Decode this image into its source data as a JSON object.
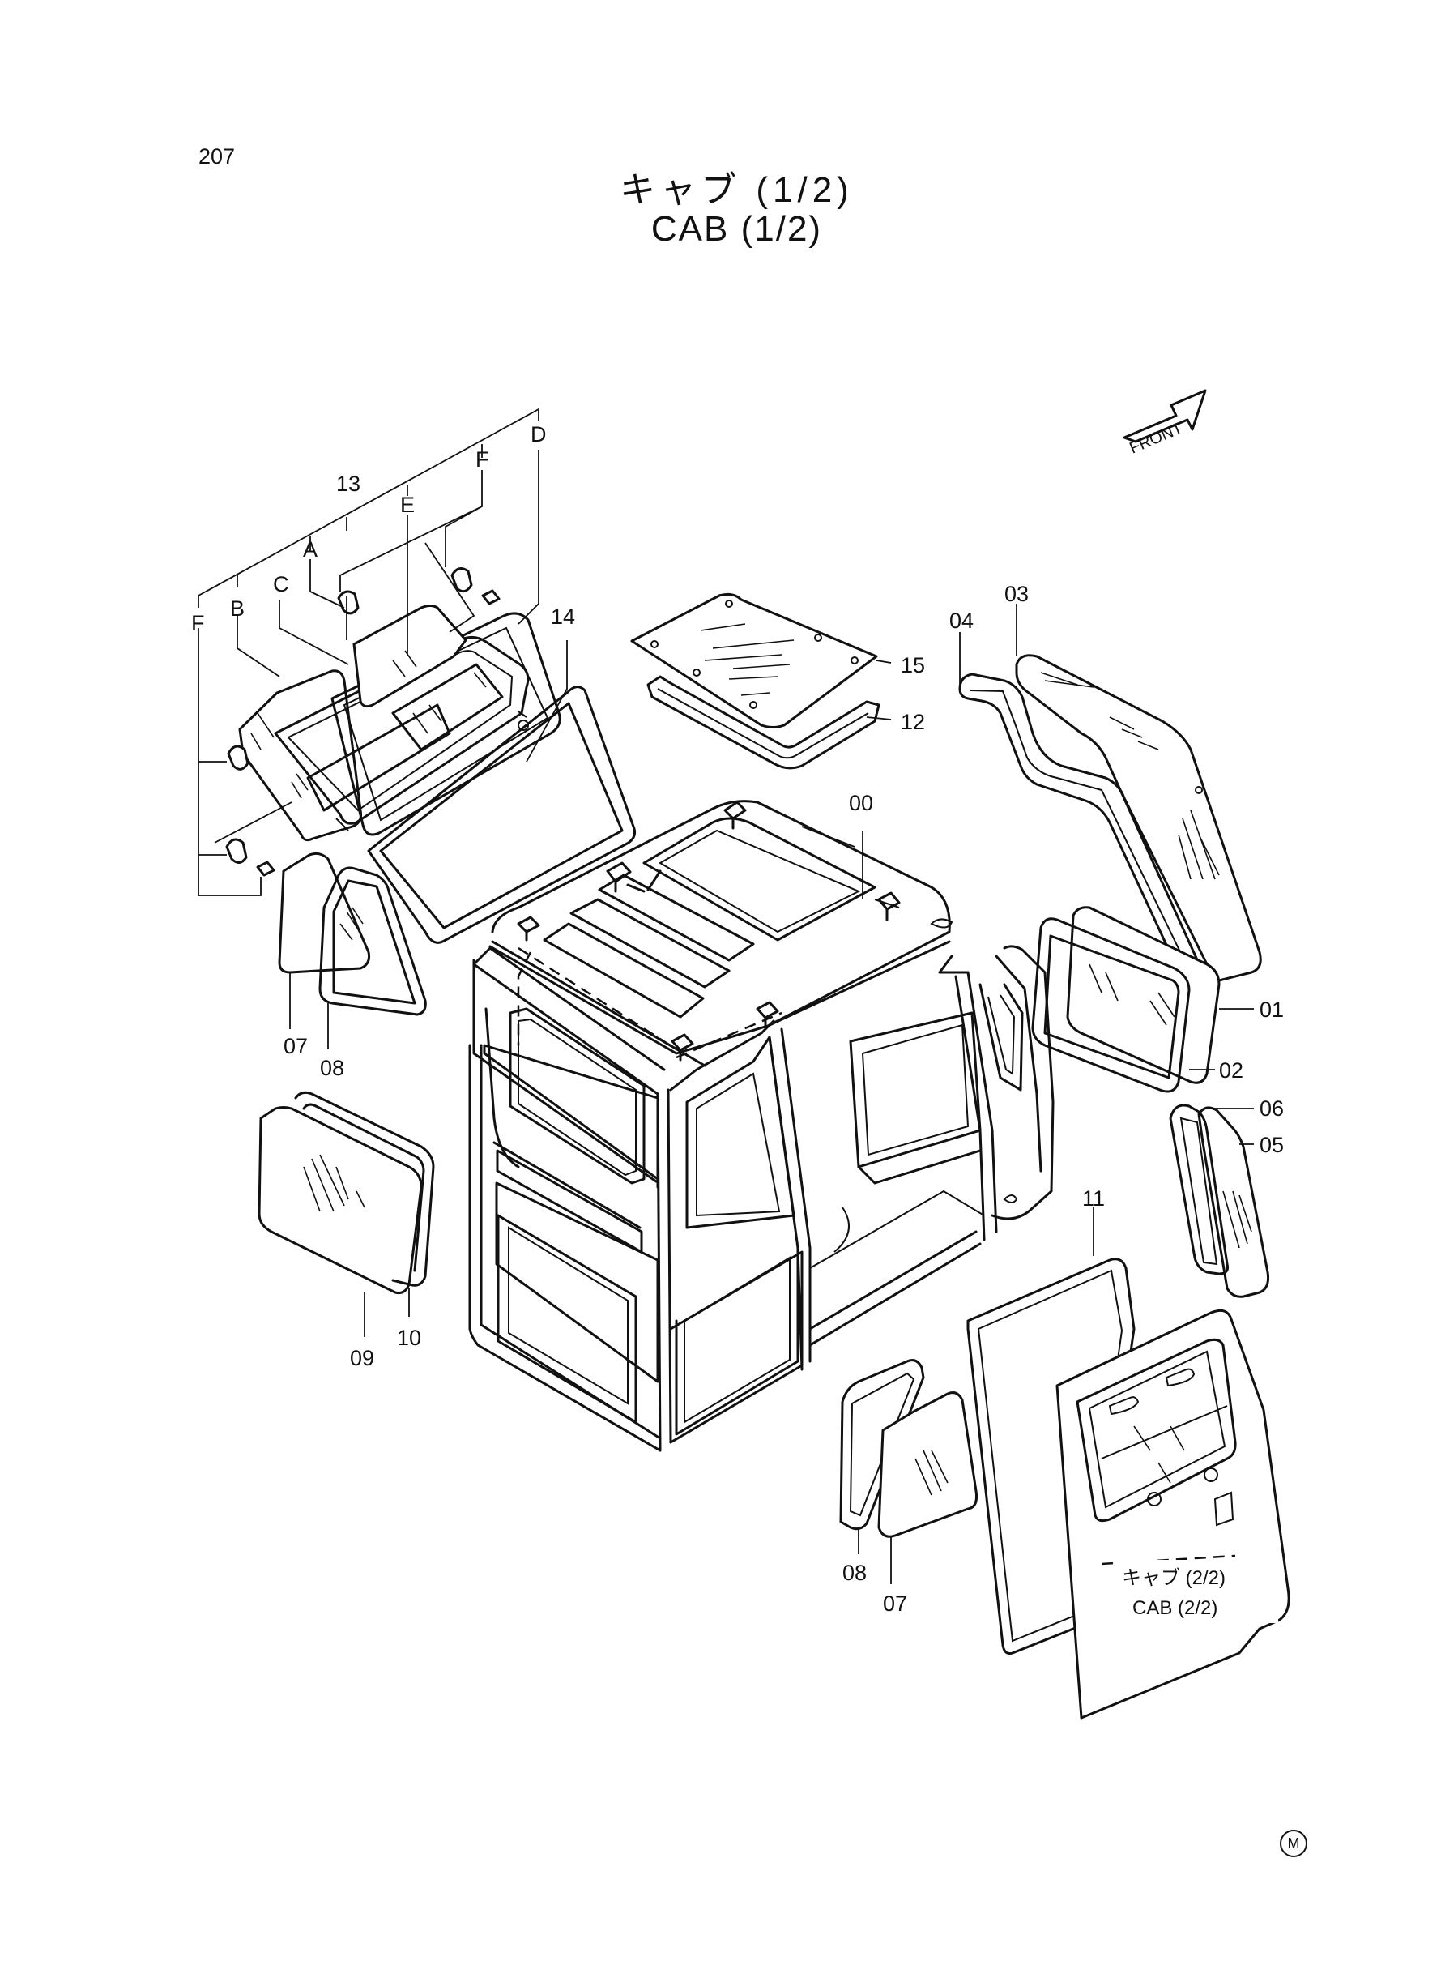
{
  "page": {
    "number": "207",
    "title_jp": "キャブ (1/2)",
    "title_en": "CAB (1/2)",
    "front_label": "FRONT",
    "mark": "M"
  },
  "ref_note": {
    "jp": "キャブ (2/2)",
    "en": "CAB (2/2)"
  },
  "parts": [
    {
      "id": "00"
    },
    {
      "id": "01"
    },
    {
      "id": "02"
    },
    {
      "id": "03"
    },
    {
      "id": "04"
    },
    {
      "id": "05"
    },
    {
      "id": "06"
    },
    {
      "id": "07"
    },
    {
      "id": "08"
    },
    {
      "id": "09"
    },
    {
      "id": "10"
    },
    {
      "id": "11"
    },
    {
      "id": "12"
    },
    {
      "id": "13"
    },
    {
      "id": "14"
    },
    {
      "id": "15"
    }
  ],
  "callouts": {
    "p00": "00",
    "p01": "01",
    "p02": "02",
    "p03": "03",
    "p04": "04",
    "p05": "05",
    "p06": "06",
    "p07a": "07",
    "p07b": "07",
    "p08a": "08",
    "p08b": "08",
    "p09": "09",
    "p10": "10",
    "p11": "11",
    "p12": "12",
    "p13": "13",
    "p14": "14",
    "p15": "15",
    "sA": "A",
    "sB": "B",
    "sC": "C",
    "sD": "D",
    "sE": "E",
    "sF1": "F",
    "sF2": "F"
  }
}
